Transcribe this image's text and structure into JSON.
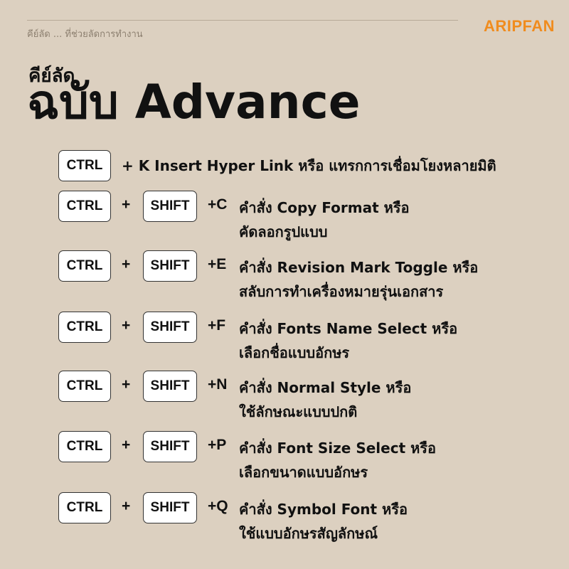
{
  "header": {
    "tagline": "คีย์ลัด ... ที่ช่วยลัดการทำงาน",
    "brand": "ARIPFAN",
    "title_small": "คีย์ลัด",
    "title_big": "ฉบับ Advance"
  },
  "keys": {
    "ctrl": "CTRL",
    "shift": "SHIFT",
    "plus": "+"
  },
  "shortcut_k": {
    "text": "+ K  Insert Hyper Link หรือ แทรกการเชื่อมโยงหลายมิติ"
  },
  "shortcuts": [
    {
      "combo": "+C",
      "line1": "คำสั่ง Copy Format หรือ",
      "line2": "คัดลอกรูปแบบ"
    },
    {
      "combo": "+E",
      "line1": "คำสั่ง Revision Mark Toggle หรือ",
      "line2": "สลับการทำเครื่องหมายรุ่นเอกสาร"
    },
    {
      "combo": "+F",
      "line1": "คำสั่ง Fonts Name Select หรือ",
      "line2": "เลือกชื่อแบบอักษร"
    },
    {
      "combo": "+N",
      "line1": "คำสั่ง Normal Style หรือ",
      "line2": "ใช้ลักษณะแบบปกติ"
    },
    {
      "combo": "+P",
      "line1": "คำสั่ง Font Size Select หรือ",
      "line2": "เลือกขนาดแบบอักษร"
    },
    {
      "combo": "+Q",
      "line1": "คำสั่ง Symbol Font หรือ",
      "line2": "ใช้แบบอักษรสัญลักษณ์"
    }
  ]
}
